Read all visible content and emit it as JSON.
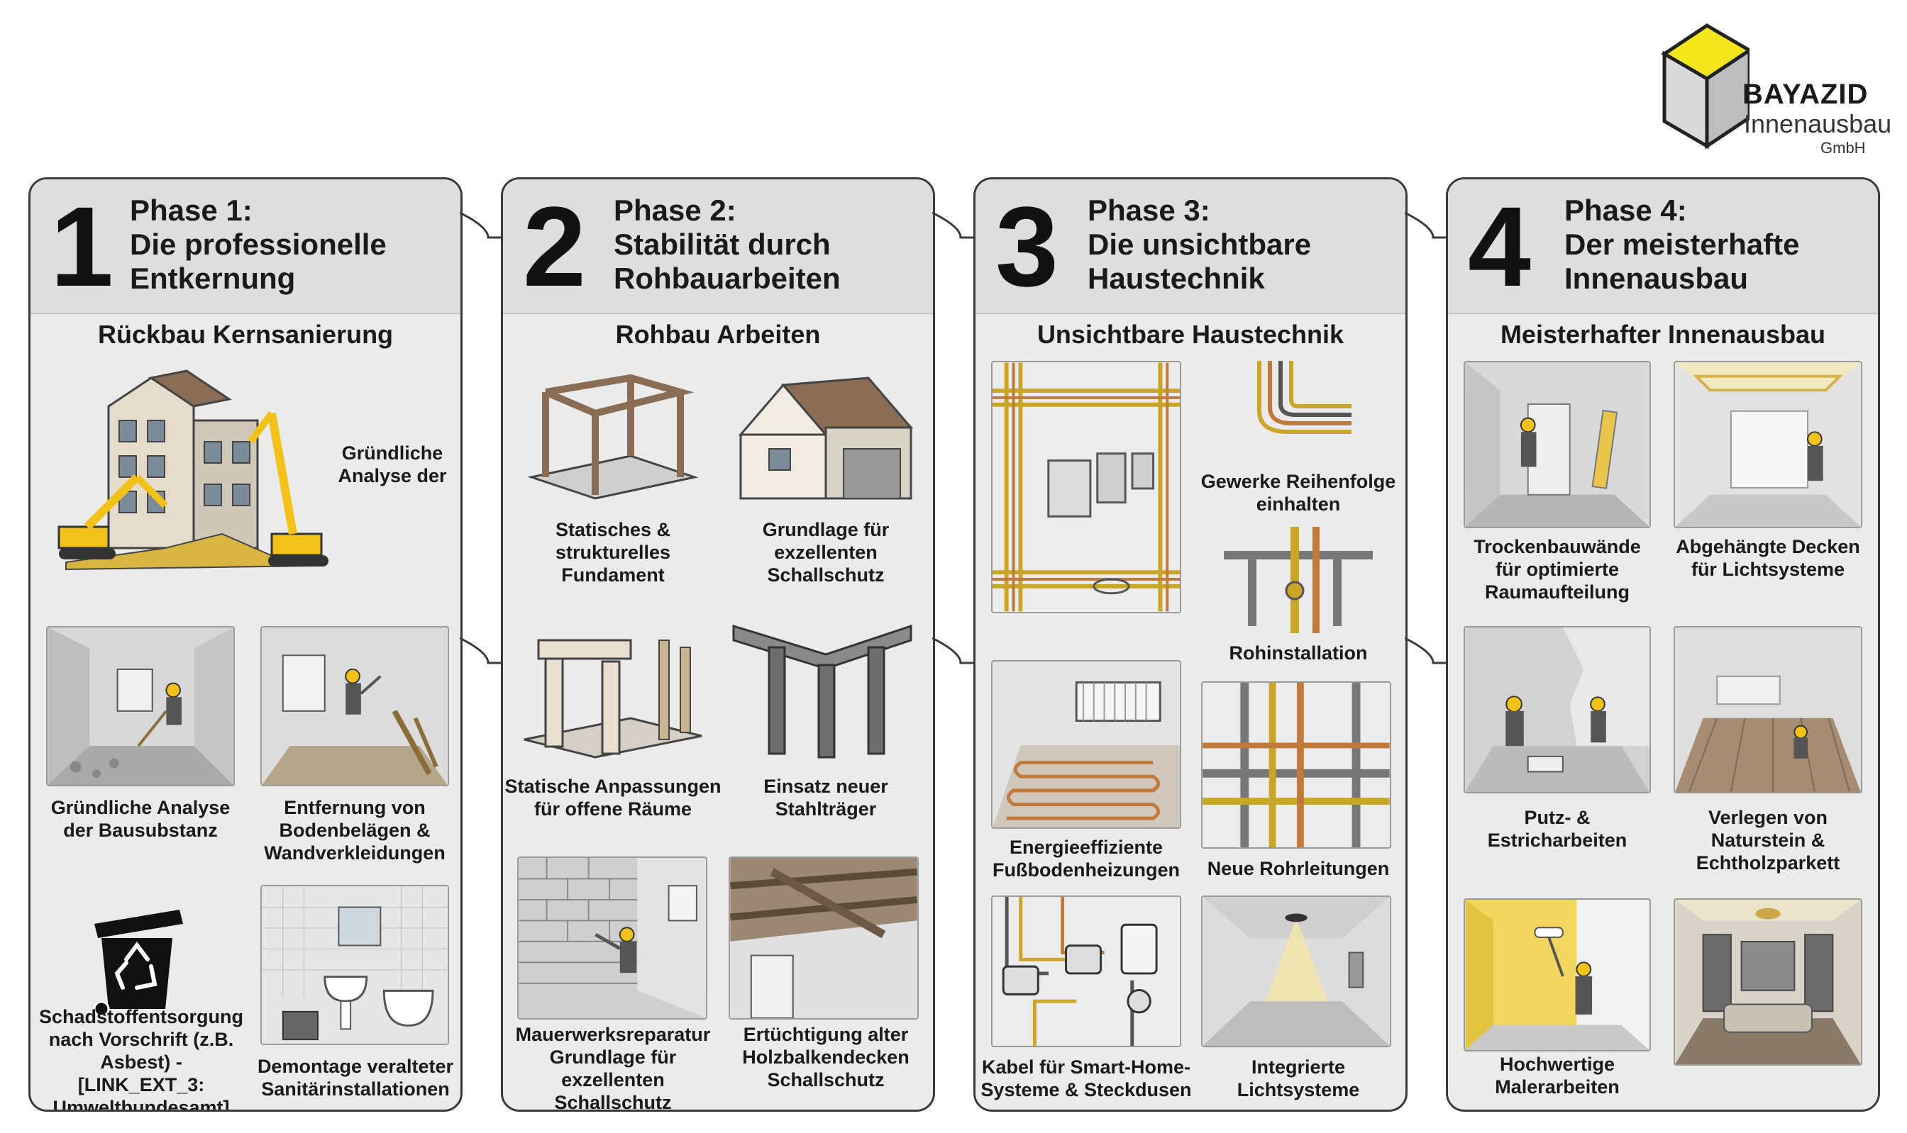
{
  "logo": {
    "brand": "BAYAZID",
    "sub": "Innenausbau",
    "gmbh": "GmbH",
    "colors": {
      "cube_top": "#f5e51c",
      "cube_side": "#d9d9d9",
      "cube_front": "#bdbdbd"
    }
  },
  "phases": [
    {
      "number": "1",
      "title": [
        "Phase 1:",
        "Die professionelle",
        "Entkernung"
      ],
      "section": "Rückbau Kernsanierung",
      "hero_caption": [
        "Gründliche",
        "Analyse der"
      ],
      "items": [
        {
          "caption": [
            "Gründliche Analyse",
            "der Bausubstanz"
          ],
          "icon": "demolition-worker-icon"
        },
        {
          "caption": [
            "Entfernung von",
            "Bodenbelägen &",
            "Wandverkleidungen"
          ],
          "icon": "floor-removal-icon"
        },
        {
          "caption": [
            "Schadstoffentsorgung",
            "nach Vorschrift (z.B.",
            "Asbest) - [LINK_EXT_3:",
            "Umweltbundesamt]"
          ],
          "icon": "recycling-bin-icon"
        },
        {
          "caption": [
            "Demontage veralteter",
            "Sanitärinstallationen"
          ],
          "icon": "sanitary-removal-icon"
        }
      ]
    },
    {
      "number": "2",
      "title": [
        "Phase 2:",
        "Stabilität durch",
        "Rohbauarbeiten"
      ],
      "section": "Rohbau Arbeiten",
      "items": [
        {
          "caption": [
            "Statisches &",
            "strukturelles",
            "Fundament"
          ],
          "icon": "frame-icon"
        },
        {
          "caption": [
            "Grundlage für",
            "exzellenten",
            "Schallschutz"
          ],
          "icon": "house-icon"
        },
        {
          "caption": [
            "Statische Anpassungen",
            "für offene Räume"
          ],
          "icon": "opening-icon"
        },
        {
          "caption": [
            "Einsatz neuer",
            "Stahlträger"
          ],
          "icon": "steel-beam-icon"
        },
        {
          "caption": [
            "Mauerwerksreparatur",
            "Grundlage für",
            "exzellenten",
            "Schallschutz"
          ],
          "icon": "brick-wall-icon"
        },
        {
          "caption": [
            "Ertüchtigung alter",
            "Holzbalkendecken",
            "Schallschutz"
          ],
          "icon": "wood-ceiling-icon"
        }
      ]
    },
    {
      "number": "3",
      "title": [
        "Phase 3:",
        "Die unsichtbare",
        "Haustechnik"
      ],
      "section": "Unsichtbare Haustechnik",
      "items": [
        {
          "caption": [],
          "icon": "pipes-room-icon"
        },
        {
          "caption": [
            "Gewerke Reihenfolge",
            "einhalten"
          ],
          "icon": "cable-bundle-icon"
        },
        {
          "caption": [
            "Rohinstallation"
          ],
          "icon": "pipe-fitting-icon"
        },
        {
          "caption": [
            "Energieeffiziente",
            "Fußbodenheizungen"
          ],
          "icon": "floor-heating-icon"
        },
        {
          "caption": [
            "Neue Rohrleitungen"
          ],
          "icon": "new-pipes-icon"
        },
        {
          "caption": [
            "Kabel für Smart-Home-",
            "Systeme & Steckdusen"
          ],
          "icon": "sockets-icon"
        },
        {
          "caption": [
            "Integrierte",
            "Lichtsysteme"
          ],
          "icon": "light-system-icon"
        }
      ]
    },
    {
      "number": "4",
      "title": [
        "Phase 4:",
        "Der meisterhafte",
        "Innenausbau"
      ],
      "section": "Meisterhafter Innenausbau",
      "items": [
        {
          "caption": [
            "Trockenbauwände",
            "für optimierte",
            "Raumaufteilung"
          ],
          "icon": "drywall-icon"
        },
        {
          "caption": [
            "Abgehängte Decken",
            "für Lichtsysteme"
          ],
          "icon": "suspended-ceiling-icon"
        },
        {
          "caption": [
            "Putz- &",
            "Estricharbeiten"
          ],
          "icon": "plastering-icon"
        },
        {
          "caption": [
            "Verlegen von",
            "Naturstein &",
            "Echtholzparkett"
          ],
          "icon": "parquet-icon"
        },
        {
          "caption": [
            "Hochwertige",
            "Malerarbeiten"
          ],
          "icon": "painting-icon"
        },
        {
          "caption": [],
          "icon": "living-room-icon"
        }
      ]
    }
  ]
}
